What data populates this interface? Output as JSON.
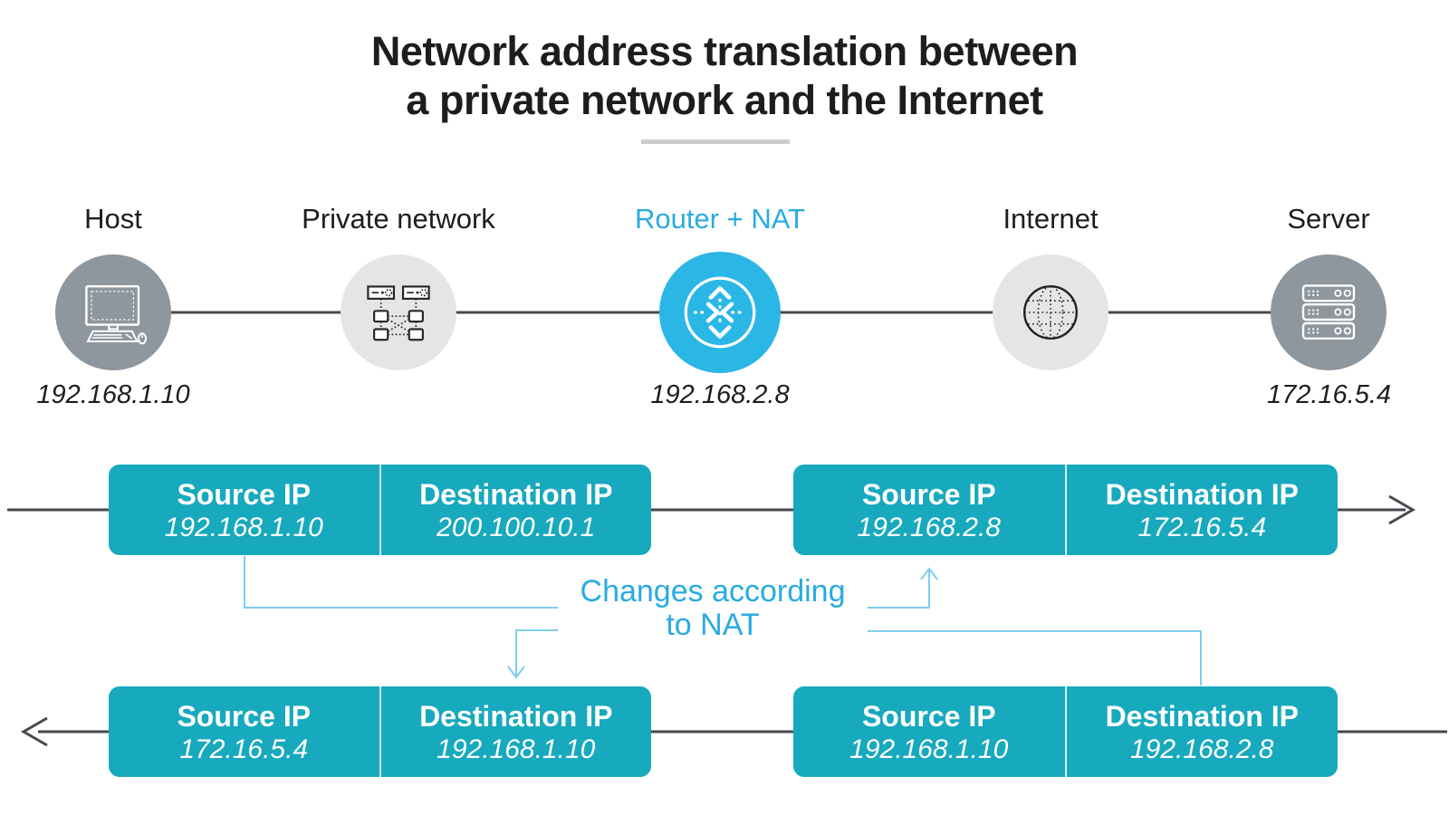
{
  "title": {
    "line1": "Network address translation between",
    "line2": "a private network and the Internet"
  },
  "nodes": [
    {
      "label": "Host",
      "ip": "192.168.1.10"
    },
    {
      "label": "Private network"
    },
    {
      "label": "Router + NAT",
      "ip": "192.168.2.8"
    },
    {
      "label": "Internet"
    },
    {
      "label": "Server",
      "ip": "172.16.5.4"
    }
  ],
  "packets": [
    {
      "name": "outbound-before-nat",
      "source_label": "Source IP",
      "source_ip": "192.168.1.10",
      "dest_label": "Destination IP",
      "dest_ip": "200.100.10.1"
    },
    {
      "name": "outbound-after-nat",
      "source_label": "Source IP",
      "source_ip": "192.168.2.8",
      "dest_label": "Destination IP",
      "dest_ip": "172.16.5.4"
    },
    {
      "name": "return-after-nat",
      "source_label": "Source IP",
      "source_ip": "172.16.5.4",
      "dest_label": "Destination IP",
      "dest_ip": "192.168.1.10"
    },
    {
      "name": "return-before-nat",
      "source_label": "Source IP",
      "source_ip": "192.168.1.10",
      "dest_label": "Destination IP",
      "dest_ip": "192.168.2.8"
    }
  ],
  "annotation": {
    "line1": "Changes according",
    "line2": "to NAT"
  },
  "colors": {
    "teal": "#17a9bd",
    "accent": "#29abe2",
    "router": "#2ab7e6",
    "connector": "#7fccec",
    "line": "#46494e",
    "node_gray": "#8e969e",
    "node_light": "#e4e5e7",
    "text": "#1b1d1f",
    "divider": "#cdcdcd"
  }
}
